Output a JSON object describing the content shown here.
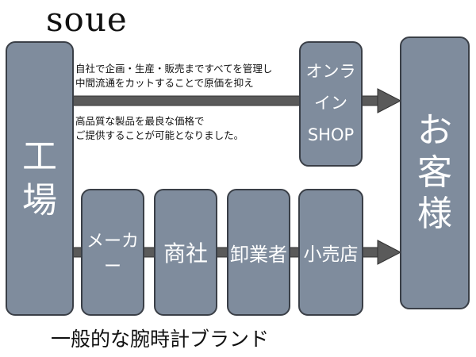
{
  "brand": {
    "logo_text": "soue"
  },
  "factory": {
    "line1": "工",
    "line2": "場"
  },
  "customer": {
    "line1": "お",
    "line2": "客",
    "line3": "様"
  },
  "online_shop": {
    "line1": "オンライン",
    "line2": "SHOP"
  },
  "direct_route": {
    "note_top_line1": "自社で企画・生産・販売まですべてを管理し",
    "note_top_line2": "中間流通をカットすることで原価を抑え",
    "note_bottom_line1": "高品質な製品を最良な価格で",
    "note_bottom_line2": "ご提供することが可能となりました。"
  },
  "conventional_route": {
    "intermediaries": [
      "メーカー",
      "商社",
      "卸業者",
      "小売店"
    ],
    "caption": "一般的な腕時計ブランド"
  },
  "colors": {
    "box_fill": "#7f8c9d",
    "box_border": "#3a3f47",
    "arrow": "#5a5a5a"
  }
}
